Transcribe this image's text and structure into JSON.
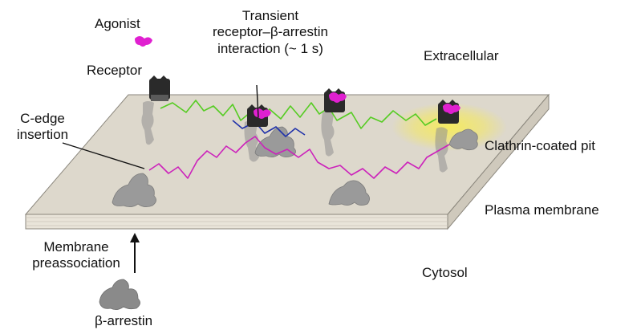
{
  "labels": {
    "agonist": "Agonist",
    "receptor": "Receptor",
    "transient_line1": "Transient",
    "transient_line2": "receptor–β-arrestin",
    "transient_line3": "interaction (~ 1 s)",
    "extracellular": "Extracellular",
    "c_edge_line1": "C-edge",
    "c_edge_line2": "insertion",
    "clathrin_pit": "Clathrin-coated pit",
    "plasma_membrane": "Plasma membrane",
    "membrane_preassoc_line1": "Membrane",
    "membrane_preassoc_line2": "preassociation",
    "cytosol": "Cytosol",
    "beta_arrestin": "β-arrestin"
  },
  "colors": {
    "agonist": "#e020d0",
    "receptor_dark": "#2a2a2a",
    "receptor_mid": "#5a5a5a",
    "arrestin": "#8a8a8a",
    "membrane_top": "#ddd8cc",
    "membrane_front": "#e8e3d8",
    "membrane_edge": "#8a867c",
    "trace_green": "#55cc22",
    "trace_blue": "#2233aa",
    "trace_magenta": "#cc22bb",
    "pit_glow": "#f4e860"
  },
  "icons": [
    "agonist-icon",
    "receptor-icon",
    "beta-arrestin-icon",
    "arrow-up-icon"
  ]
}
